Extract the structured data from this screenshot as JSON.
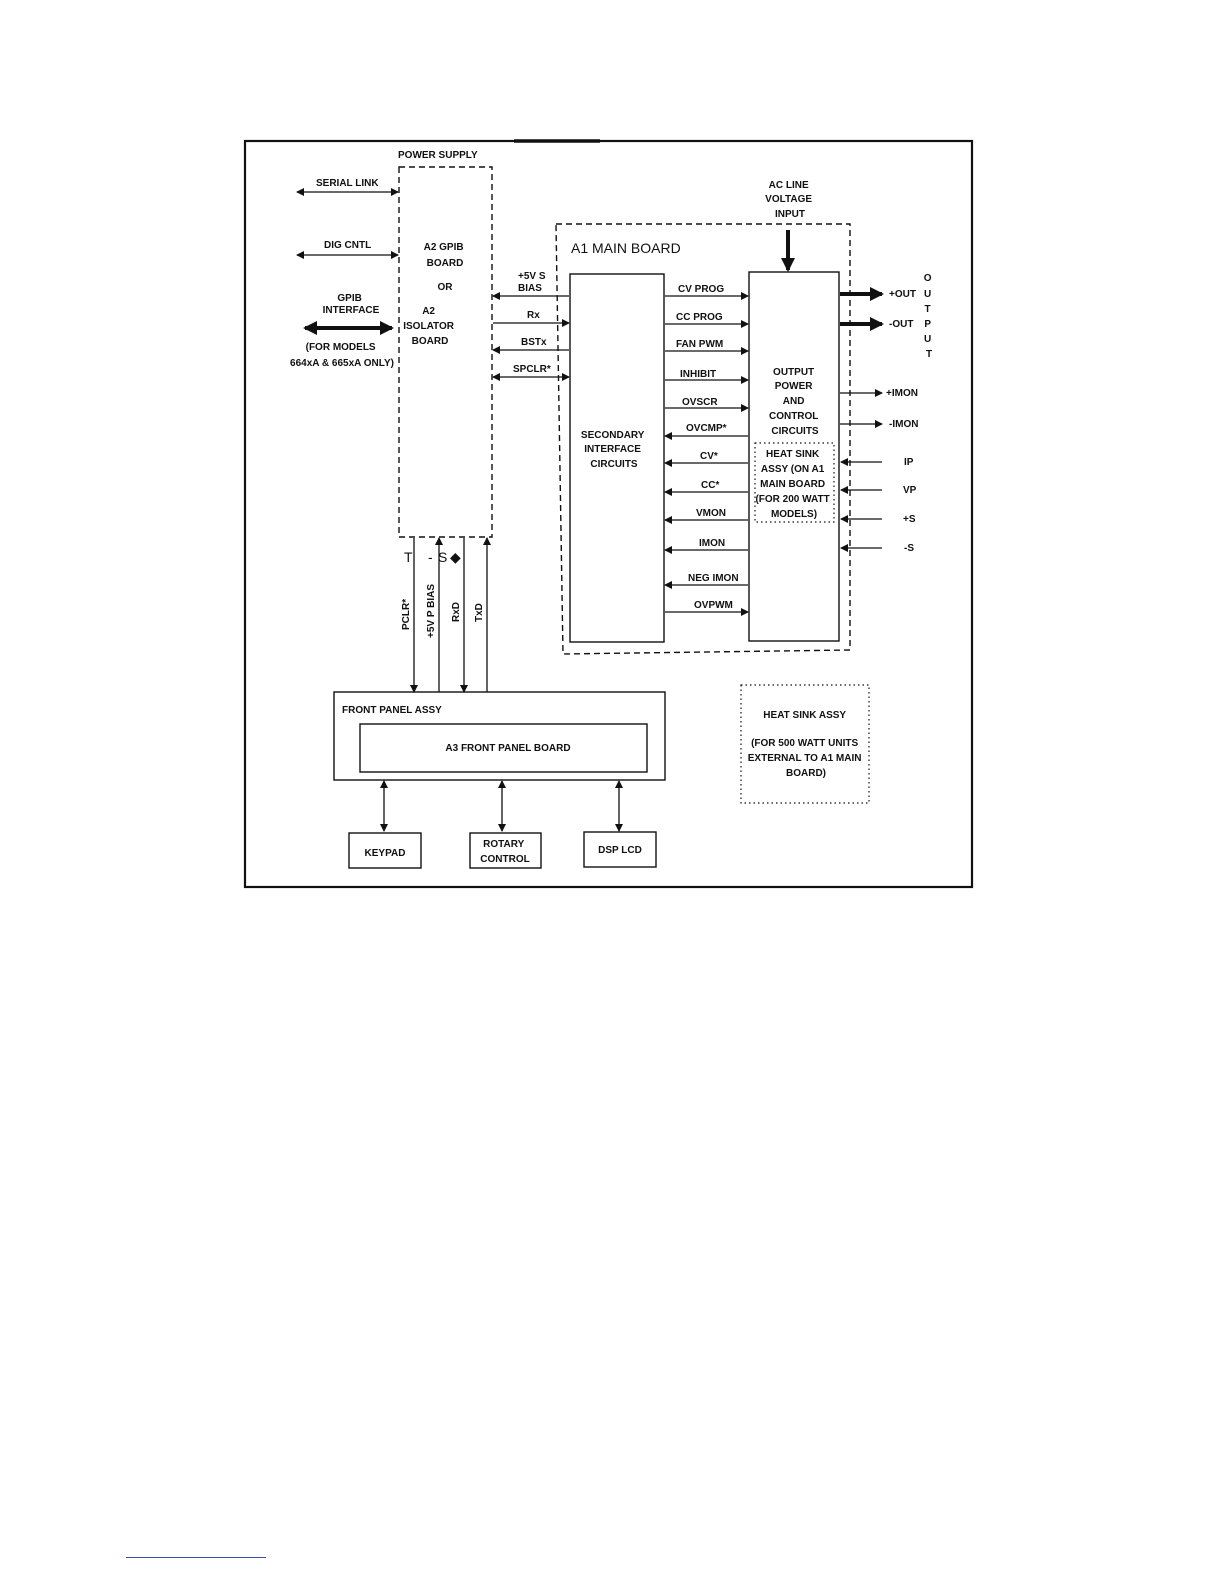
{
  "blocks": {
    "power_supply": "POWER SUPPLY",
    "a2_gpib": [
      "A2 GPIB",
      "BOARD"
    ],
    "or": "OR",
    "a2_isolator": [
      "A2",
      "ISOLATOR",
      "BOARD"
    ],
    "a1_main_board": "A1 MAIN BOARD",
    "secondary_interface": [
      "SECONDARY",
      "INTERFACE",
      "CIRCUITS"
    ],
    "output_power": [
      "OUTPUT",
      "POWER",
      "AND",
      "CONTROL",
      "CIRCUITS"
    ],
    "heat_sink_200": [
      "HEAT SINK",
      "ASSY (ON A1",
      "MAIN BOARD",
      "(FOR 200 WATT",
      "MODELS)"
    ],
    "ac_line": [
      "AC LINE",
      "VOLTAGE",
      "INPUT"
    ],
    "front_panel_assy": "FRONT PANEL ASSY",
    "a3_front_panel": "A3 FRONT PANEL BOARD",
    "keypad": "KEYPAD",
    "rotary_control": [
      "ROTARY",
      "CONTROL"
    ],
    "dsp_lcd": "DSP LCD",
    "heat_sink_500": [
      "HEAT SINK ASSY",
      "(FOR 500 WATT UNITS",
      "EXTERNAL TO A1 MAIN",
      "BOARD)"
    ]
  },
  "external_left": {
    "serial_link": "SERIAL LINK",
    "dig_cntl": "DIG CNTL",
    "gpib_interface": [
      "GPIB",
      "INTERFACE"
    ],
    "models_note": [
      "(FOR MODELS",
      "664xA & 665xA ONLY)"
    ]
  },
  "ps_to_main_signals": [
    [
      "+5V S",
      "BIAS"
    ],
    [
      "Rx"
    ],
    [
      "BSTx"
    ],
    [
      "SPCLR*"
    ]
  ],
  "internal_signals": [
    "CV PROG",
    "CC PROG",
    "FAN PWM",
    "INHIBIT",
    "OVSCR",
    "OVCMP*",
    "CV*",
    "CC*",
    "VMON",
    "IMON",
    "NEG IMON",
    "OVPWM"
  ],
  "outputs": {
    "plus_out": "+OUT",
    "minus_out": "-OUT",
    "output_vertical": [
      "O",
      "U",
      "T",
      "P",
      "U",
      "T"
    ],
    "plus_imon": "+IMON",
    "minus_imon": "-IMON",
    "ip": "IP",
    "vp": "VP",
    "plus_s": "+S",
    "minus_s": "-S"
  },
  "front_panel_signals": [
    "PCLR*",
    "+5V P BIAS",
    "RxD",
    "TxD"
  ],
  "pin_symbols": [
    "T",
    "-",
    "S",
    "◆"
  ]
}
